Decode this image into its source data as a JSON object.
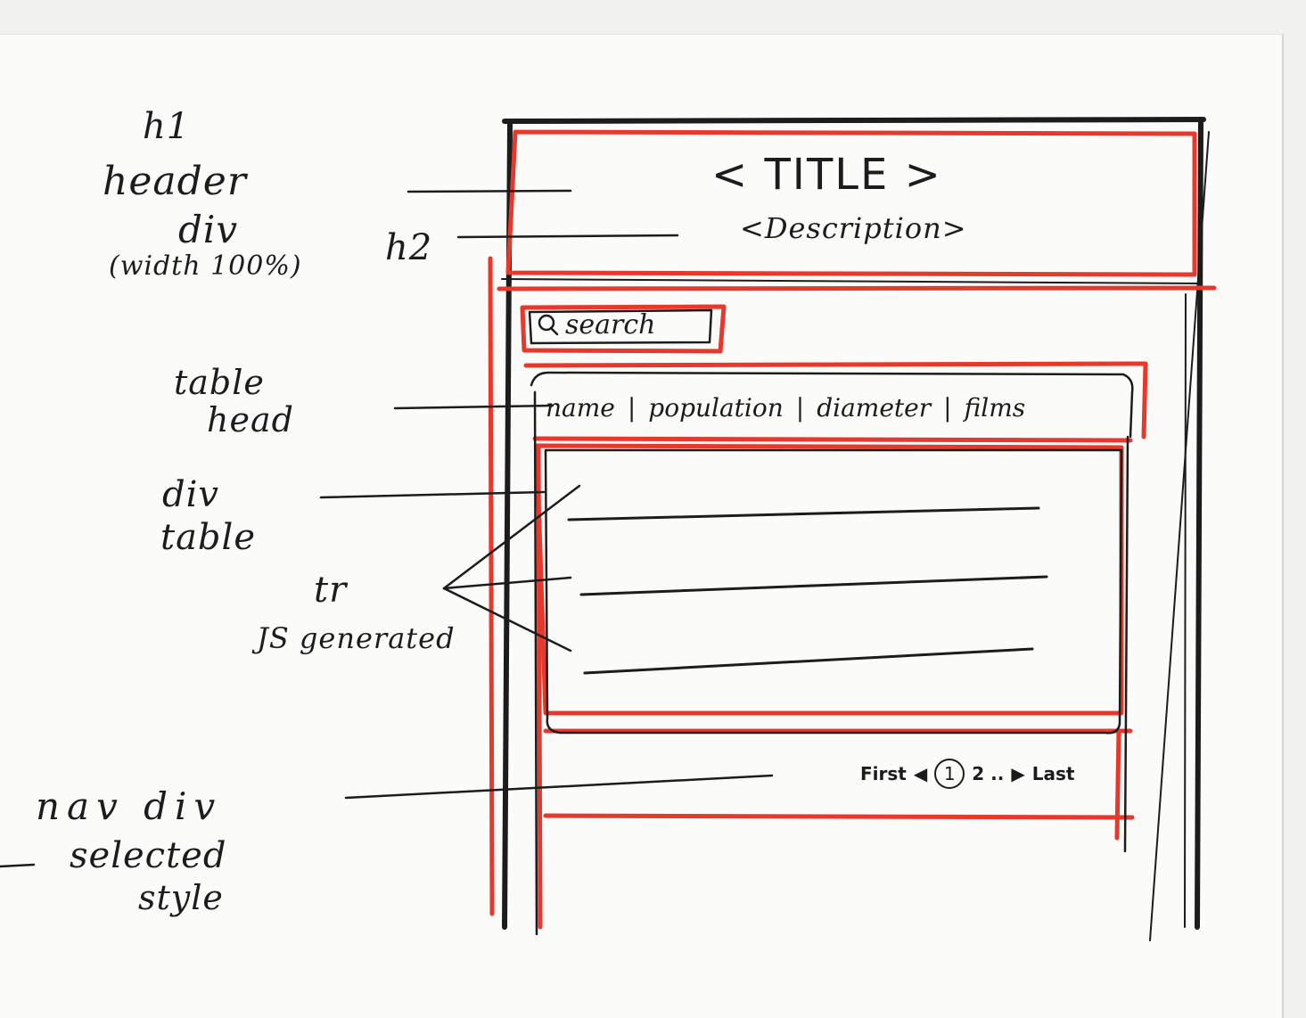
{
  "notes": {
    "h1": "h1",
    "header": "header",
    "div": "div",
    "width": "(width 100%)",
    "h2": "h2",
    "table": "table",
    "head": "head",
    "div2": "div",
    "table2": "table",
    "tr": "tr",
    "js": "JS generated",
    "nav": "nav div",
    "selected": "selected",
    "style": "style"
  },
  "wireframe": {
    "title": "< TITLE >",
    "description": "<Description>",
    "search": "search",
    "columns": [
      "name",
      "population",
      "diameter",
      "films"
    ],
    "pager": {
      "first": "First",
      "prev": "◀",
      "current": "1",
      "next_page": "2 ..",
      "next": "▶",
      "last": "Last"
    }
  },
  "colors": {
    "ink": "#1c1c1c",
    "marker_red": "#e8382c",
    "paper": "#fbfbfa"
  }
}
